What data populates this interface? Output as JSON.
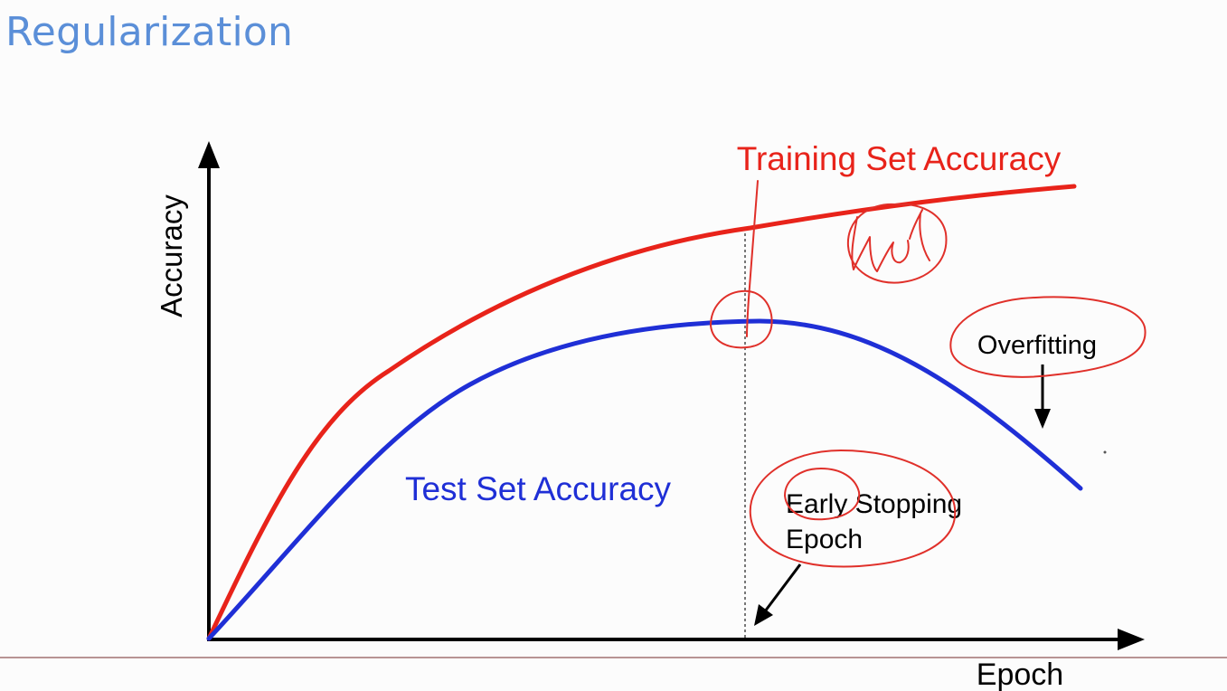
{
  "slide": {
    "title": "Regularization"
  },
  "diagram": {
    "y_axis_label": "Accuracy",
    "x_axis_label": "Epoch",
    "curves": [
      {
        "label": "Training Set Accuracy",
        "color": "#e8231a"
      },
      {
        "label": "Test Set Accuracy",
        "color": "#1f2fd6"
      }
    ],
    "annotations": {
      "overfitting": "Overfitting",
      "early_stopping_line1": "Early Stopping",
      "early_stopping_line2": "Epoch"
    },
    "handwriting": {
      "scribble_text": "val",
      "ink_color": "#e0302a"
    }
  }
}
